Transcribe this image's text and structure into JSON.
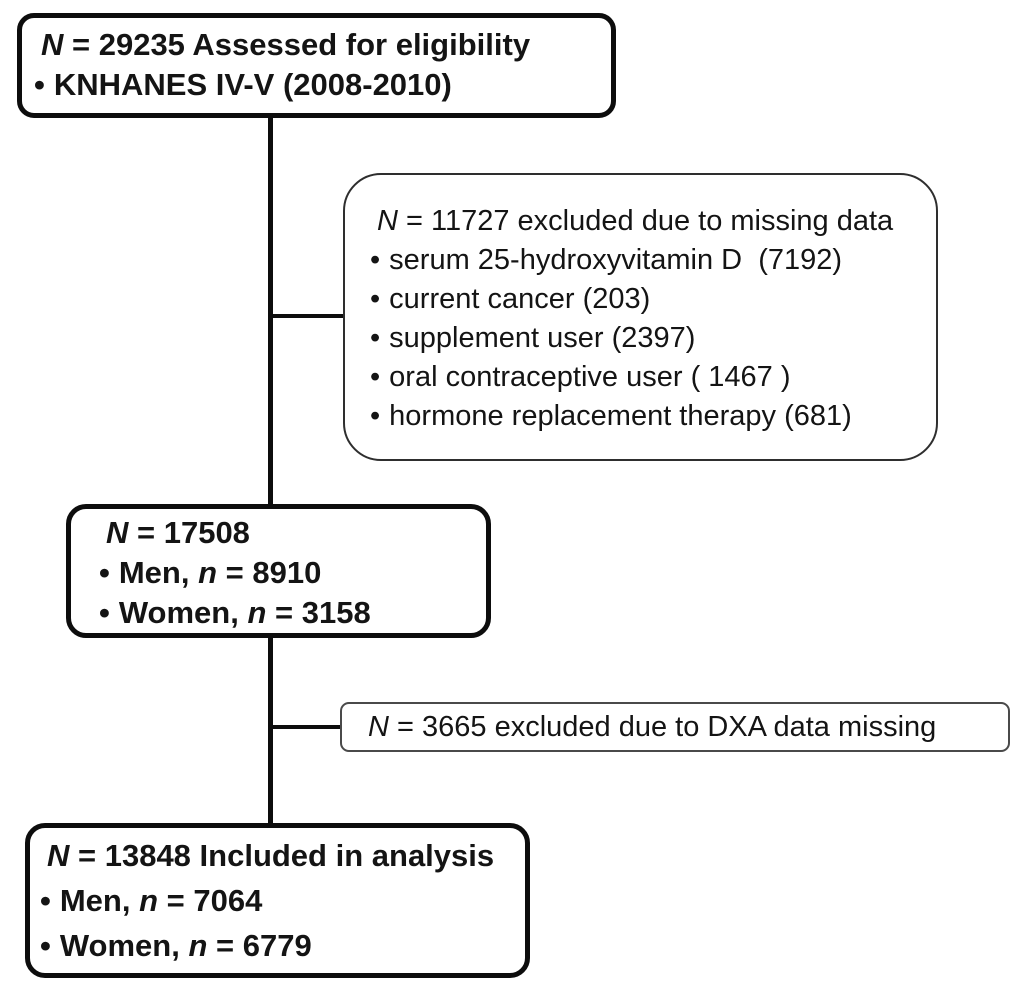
{
  "bullet_char": "•",
  "ink_color": "#0d0d0d",
  "boxes": {
    "eligibility": {
      "header": {
        "it": "N",
        "post": " = 29235 Assessed for eligibility"
      },
      "bullets": [
        {
          "pre": "KNHANES IV-V (2008-2010)"
        }
      ]
    },
    "excluded_missing": {
      "header": {
        "it": "N",
        "post": " = 11727 excluded due to missing data"
      },
      "bullets": [
        {
          "pre": "serum 25-hydroxyvitamin D  (7192)"
        },
        {
          "pre": "current cancer (203)"
        },
        {
          "pre": "supplement user (2397)"
        },
        {
          "pre": "oral contraceptive user ( 1467 )"
        },
        {
          "pre": "hormone replacement therapy (681)"
        }
      ]
    },
    "interim": {
      "header": {
        "it": "N",
        "post": " = 17508"
      },
      "bullets": [
        {
          "pre": "Men, ",
          "it": "n",
          "post": " = 8910"
        },
        {
          "pre": "Women, ",
          "it": "n",
          "post": " = 3158"
        }
      ]
    },
    "excluded_dxa": {
      "header": {
        "it": "N",
        "post": " = 3665 excluded due to DXA data missing"
      }
    },
    "included": {
      "header": {
        "it": "N",
        "post": " = 13848 Included in analysis"
      },
      "bullets": [
        {
          "pre": "Men, ",
          "it": "n",
          "post": " = 7064"
        },
        {
          "pre": "Women, ",
          "it": "n",
          "post": " = 6779"
        }
      ]
    }
  }
}
